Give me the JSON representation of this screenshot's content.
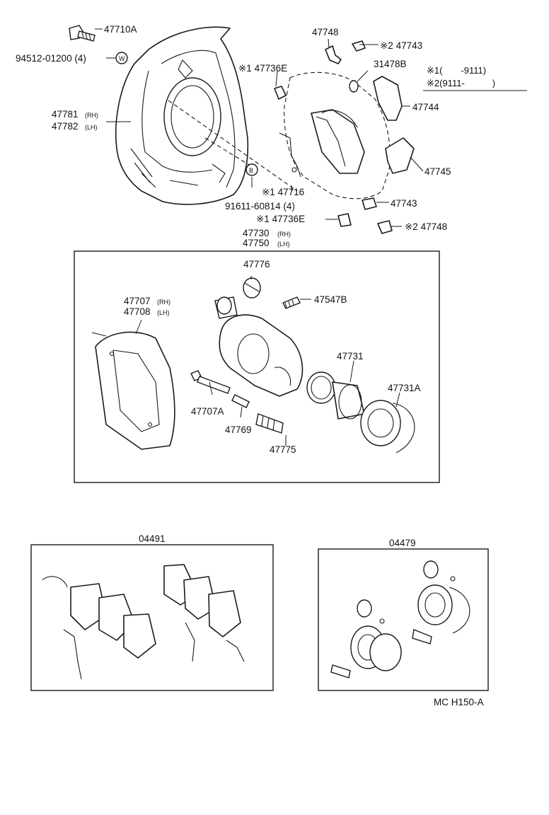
{
  "notes": {
    "note1": "※1(　　-9111)",
    "note2": "※2(9111-　　　)"
  },
  "labels": {
    "p47710A": "47710A",
    "p94512": "94512-01200 (4)",
    "p47781": "47781",
    "p47782": "47782",
    "rh": "(RH)",
    "lh": "(LH)",
    "p47748_top": "47748",
    "p47743_top": "※2 47743",
    "p47736E_top": "※1 47736E",
    "p31478B": "31478B",
    "p47744": "47744",
    "p47745": "47745",
    "p47716": "※1 47716",
    "p91611": "91611-60814 (4)",
    "p47743_mid": "47743",
    "p47736E_mid": "※1 47736E",
    "p47748_mid": "※2 47748",
    "p47730": "47730",
    "p47750": "47750",
    "p47776": "47776",
    "p47707": "47707",
    "p47708": "47708",
    "p47547B": "47547B",
    "p47731": "47731",
    "p47731A": "47731A",
    "p47707A": "47707A",
    "p47769": "47769",
    "p47775": "47775",
    "p04491": "04491",
    "p04479": "04479",
    "code": "MC H150-A",
    "symW": "W",
    "symB": "B"
  }
}
